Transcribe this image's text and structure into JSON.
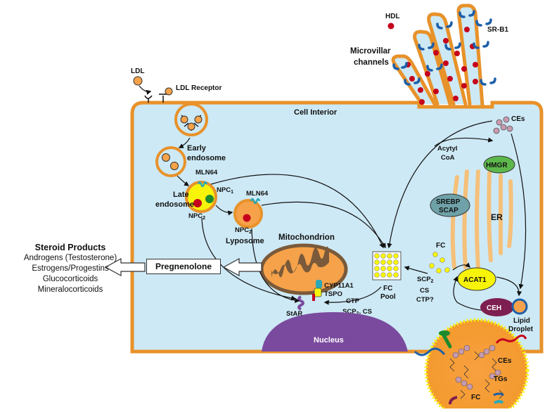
{
  "labels": {
    "hdl": "HDL",
    "sr_b1": "SR-B1",
    "microvillar_1": "Microvillar",
    "microvillar_2": "channels",
    "ldl": "LDL",
    "ldl_receptor": "LDL Receptor",
    "cell_interior": "Cell Interior",
    "early_endosome_1": "Early",
    "early_endosome_2": "endosome",
    "mln64_a": "MLN64",
    "late_endosome_1": "Late",
    "late_endosome_2": "endosome",
    "npc1": "NPC",
    "npc1_sub": "1",
    "npc2": "NPC",
    "npc2_sub": "2",
    "mln64_b": "MLN64",
    "npc2b": "NPC",
    "npc2b_sub": "2",
    "lyposome": "Lyposome",
    "mitochondrion": "Mitochondrion",
    "cyp11a1": "CYP11A1",
    "tspo": "TSPO",
    "star": "StAR",
    "ctp_a": "CTP",
    "scp2_cs_a": "SCP",
    "scp2_cs_a_sub": "2",
    "scp2_cs_a_tail": ", CS",
    "fc_pool_1": "FC",
    "fc_pool_2": "Pool",
    "ces_top": "CEs",
    "acytyl_1": "Acytyl",
    "acytyl_2": "CoA",
    "hmgr": "HMGR",
    "srebp": "SREBP",
    "scap": "SCAP",
    "er": "ER",
    "fc": "FC",
    "scp2": "SCP",
    "scp2_sub": "2",
    "cs": "CS",
    "ctp_q": "CTP?",
    "acat1": "ACAT1",
    "ceh": "CEH",
    "lipid_1": "Lipid",
    "lipid_2": "Droplet",
    "nucleus": "Nucleus",
    "ld_ces": "CEs",
    "ld_tgs": "TGs",
    "ld_fc": "FC"
  },
  "steroid": {
    "title": "Steroid Products",
    "items": [
      "Androgens (Testosterone)",
      "Estrogens/Progestins",
      "Glucocorticoids",
      "Mineralocorticoids"
    ]
  },
  "pregnenolone": "Pregnenolone",
  "colors": {
    "cell_fill": "#cde9f5",
    "membrane": "#e8922a",
    "vesicle": "#f6a24a",
    "npc_yellow": "#f7f40a",
    "red": "#c5001c",
    "green": "#1d8a2e",
    "teal": "#2aa8b8",
    "hmgr": "#5db84c",
    "srebp": "#6fa2a8",
    "acat": "#f7f40a",
    "ceh": "#7d1f50",
    "nucleus": "#7a4a9e",
    "mito": "#7a5a3a",
    "sr_b1": "#1d5fa8"
  }
}
